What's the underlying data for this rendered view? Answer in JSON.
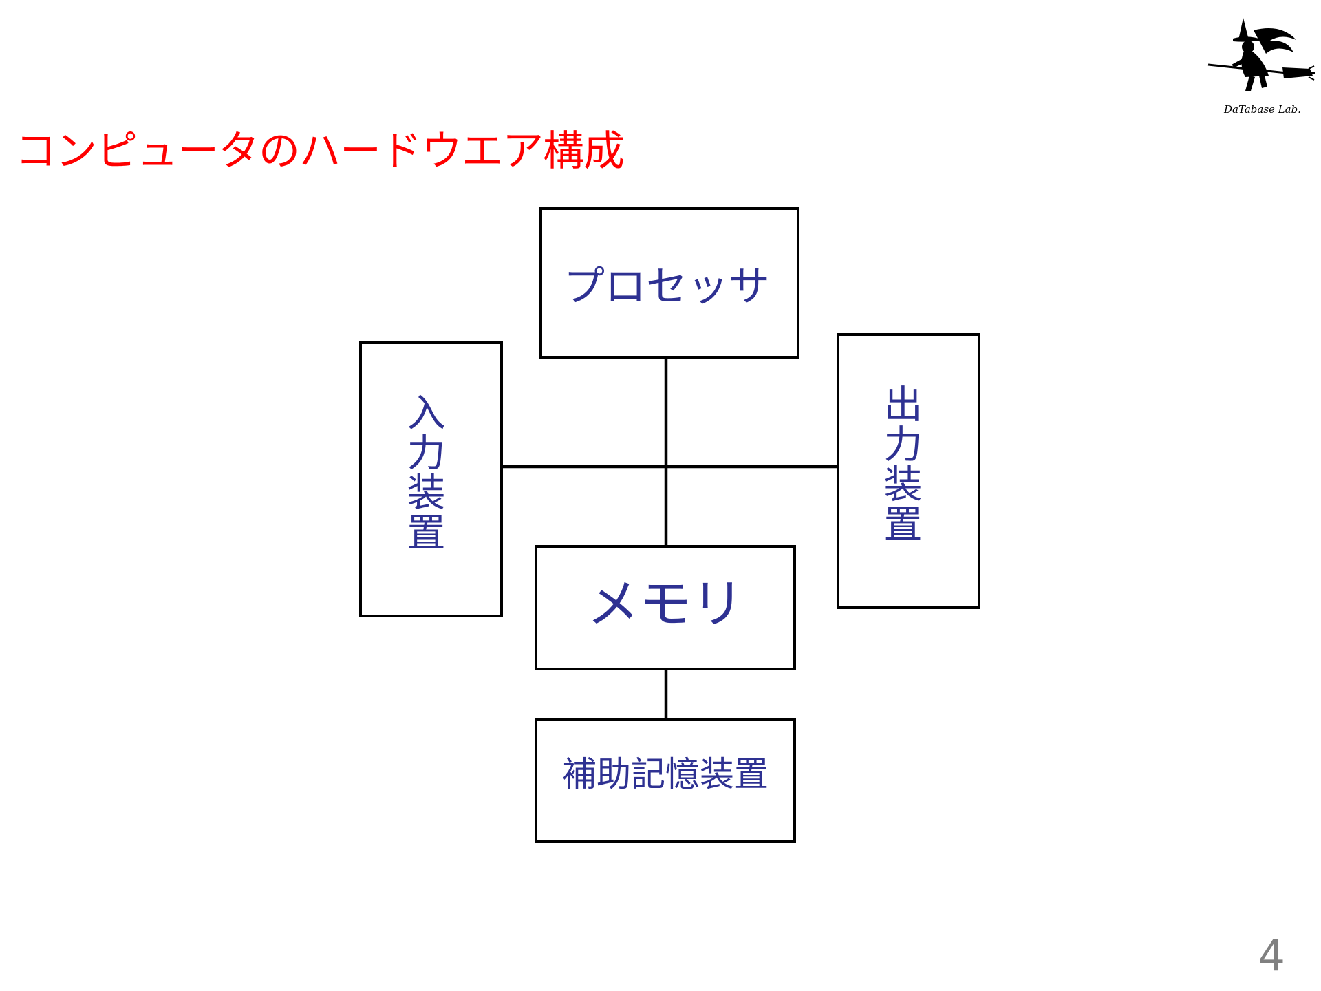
{
  "slide": {
    "title": "コンピュータのハードウエア構成",
    "page_number": "4",
    "title_color": "#ff0000",
    "label_color": "#2e3192",
    "line_color": "#000000"
  },
  "logo": {
    "icon": "witch-on-broom-icon",
    "caption": "DaTabase Lab."
  },
  "diagram": {
    "nodes": {
      "processor": "プロセッサ",
      "memory": "メモリ",
      "input": "入力装置",
      "output": "出力装置",
      "storage": "補助記憶装置"
    }
  }
}
